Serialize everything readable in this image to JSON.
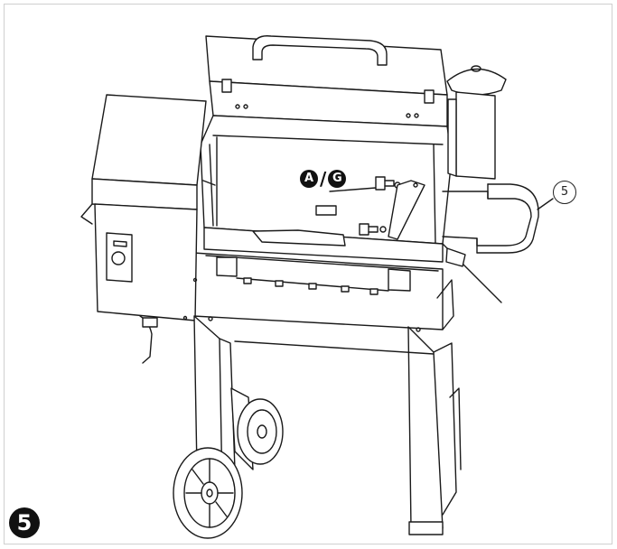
{
  "figure": {
    "step_number": "5",
    "part_callout": "5",
    "hardware_ref_a": "A",
    "hardware_ref_separator": "/",
    "hardware_ref_g": "G",
    "line_color": "#1a1a1a",
    "border_color": "#cfcfcf"
  }
}
